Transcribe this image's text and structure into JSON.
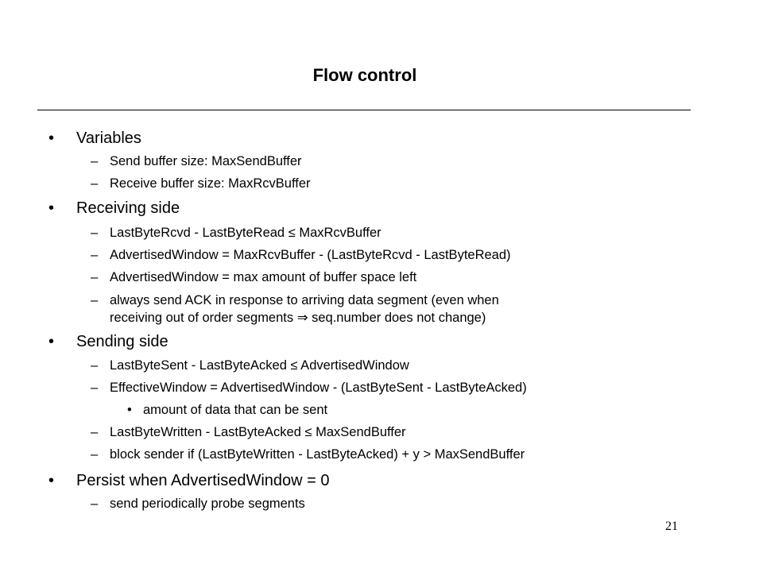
{
  "slide": {
    "title": "Flow control",
    "page_number": "21",
    "bullet_marker": "•",
    "dash_marker": "–",
    "items": [
      {
        "text": "Variables",
        "children": [
          {
            "text": "Send buffer size: MaxSendBuffer"
          },
          {
            "text": "Receive buffer size: MaxRcvBuffer"
          }
        ]
      },
      {
        "text": "Receiving side",
        "children": [
          {
            "text": "LastByteRcvd - LastByteRead ≤ MaxRcvBuffer"
          },
          {
            "text": "AdvertisedWindow = MaxRcvBuffer - (LastByteRcvd -  LastByteRead)"
          },
          {
            "text": "AdvertisedWindow = max amount of buffer space left"
          },
          {
            "text": "always send ACK in response to arriving data segment (even when",
            "continuation": "receiving out of order segments ⇒ seq.number does not change)"
          }
        ]
      },
      {
        "text": "Sending side",
        "children": [
          {
            "text": "LastByteSent - LastByteAcked ≤ AdvertisedWindow"
          },
          {
            "text": "EffectiveWindow = AdvertisedWindow - (LastByteSent - LastByteAcked)",
            "children": [
              {
                "text": "amount of data that can be sent"
              }
            ]
          },
          {
            "text": "LastByteWritten - LastByteAcked ≤ MaxSendBuffer"
          },
          {
            "text": "block sender if (LastByteWritten - LastByteAcked) + y > MaxSendBuffer"
          }
        ]
      },
      {
        "text": "Persist when AdvertisedWindow = 0",
        "children": [
          {
            "text": "send periodically probe segments"
          }
        ]
      }
    ]
  }
}
